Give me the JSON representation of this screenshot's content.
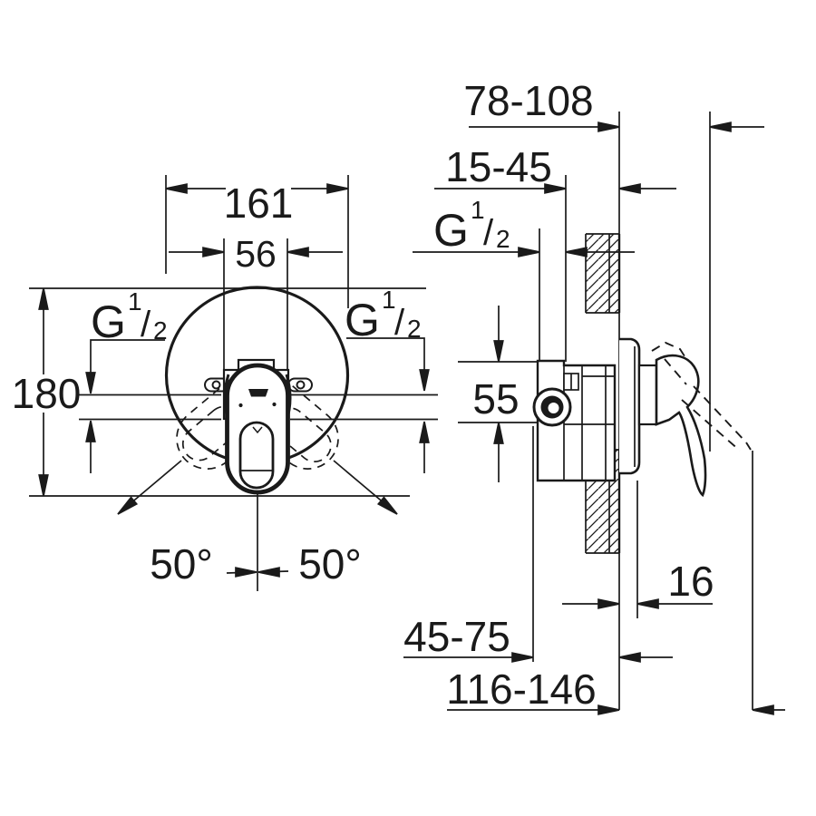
{
  "colors": {
    "ink": "#1a1a1a",
    "paper": "#ffffff"
  },
  "front_view": {
    "plate_diameter": "161",
    "cartridge_width": "56",
    "overall_height": "180",
    "lever_swing_left": "50°",
    "lever_swing_right": "50°",
    "thread_left": {
      "g": "G",
      "numerator": "1",
      "slash": "/",
      "denominator": "2"
    },
    "thread_right": {
      "g": "G",
      "numerator": "1",
      "slash": "/",
      "denominator": "2"
    }
  },
  "side_view": {
    "projection_open": "78-108",
    "recess_depth": "15-45",
    "thread": {
      "g": "G",
      "numerator": "1",
      "slash": "/",
      "denominator": "2"
    },
    "body_height": "55",
    "plate_thickness": "16",
    "supply_depth": "45-75",
    "projection_total": "116-146"
  }
}
